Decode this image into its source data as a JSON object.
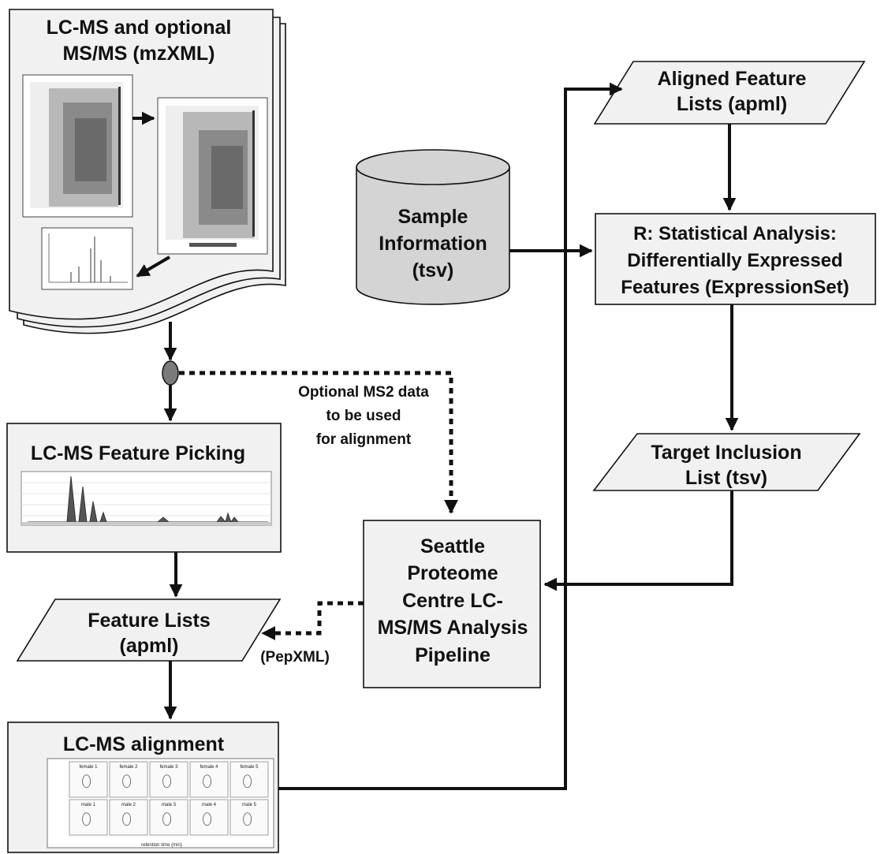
{
  "nodes": {
    "lcms_input": {
      "lines": [
        "LC-MS and optional",
        "MS/MS (mzXML)"
      ]
    },
    "aligned_lists": {
      "lines": [
        "Aligned Feature",
        "Lists (apml)"
      ]
    },
    "sample_info": {
      "lines": [
        "Sample",
        "Information",
        "(tsv)"
      ]
    },
    "stat_analysis": {
      "lines": [
        "R: Statistical Analysis:",
        "Differentially Expressed",
        "Features (ExpressionSet)"
      ]
    },
    "target_list": {
      "lines": [
        "Target Inclusion",
        "List (tsv)"
      ]
    },
    "feature_picking": {
      "lines": [
        "LC-MS Feature Picking"
      ]
    },
    "pipeline": {
      "lines": [
        "Seattle",
        "Proteome",
        "Centre LC-",
        "MS/MS Analysis",
        "Pipeline"
      ]
    },
    "feature_lists": {
      "lines": [
        "Feature Lists",
        "(apml)"
      ]
    },
    "alignment": {
      "lines": [
        "LC-MS alignment"
      ]
    }
  },
  "edge_labels": {
    "optional_ms2": [
      "Optional MS2 data",
      "to be used",
      "for alignment"
    ],
    "pepxml": "(PepXML)"
  },
  "alignment_panels": {
    "labels": [
      "female 1",
      "female 2",
      "female 3",
      "female 4",
      "female 5",
      "male 1",
      "male 2",
      "male 3",
      "male 4",
      "male 5"
    ],
    "x_axis_label": "retention time (min)"
  },
  "colors": {
    "box_fill": "#f1f1f1",
    "cylinder_fill": "#d4d4d4",
    "stroke": "#111111",
    "junction_fill": "#7a7a7a"
  }
}
